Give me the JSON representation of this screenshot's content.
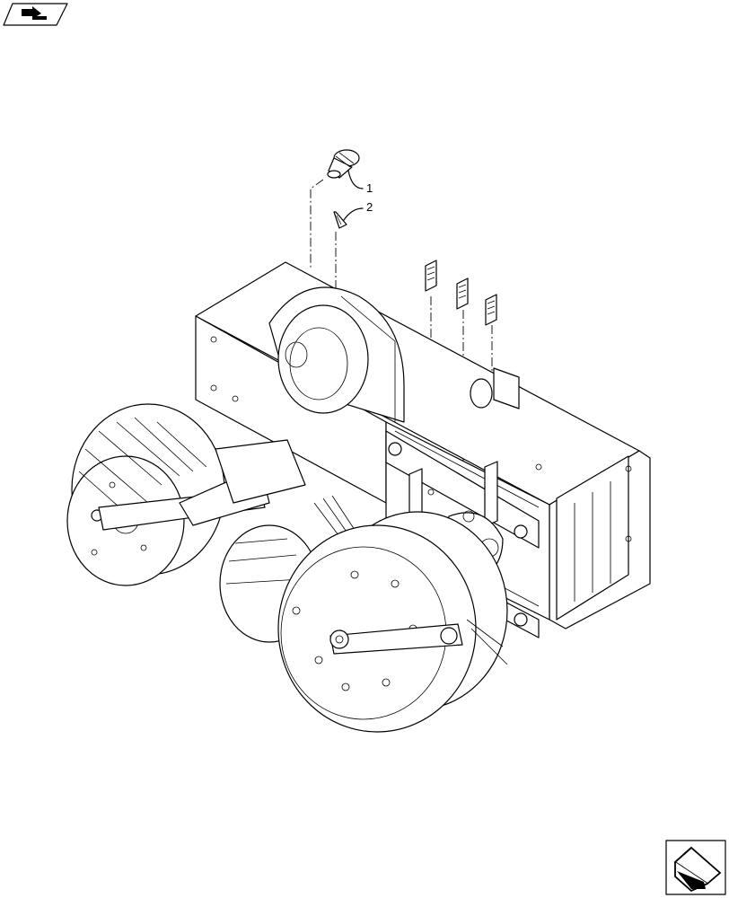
{
  "diagram": {
    "callouts": [
      {
        "id": "callout-1",
        "label": "1",
        "part": "sensor"
      },
      {
        "id": "callout-2",
        "label": "2",
        "part": "retaining-clip"
      }
    ]
  },
  "icons": {
    "top_left": "navigation-icon",
    "bottom_right": "next-page-arrow-icon"
  }
}
